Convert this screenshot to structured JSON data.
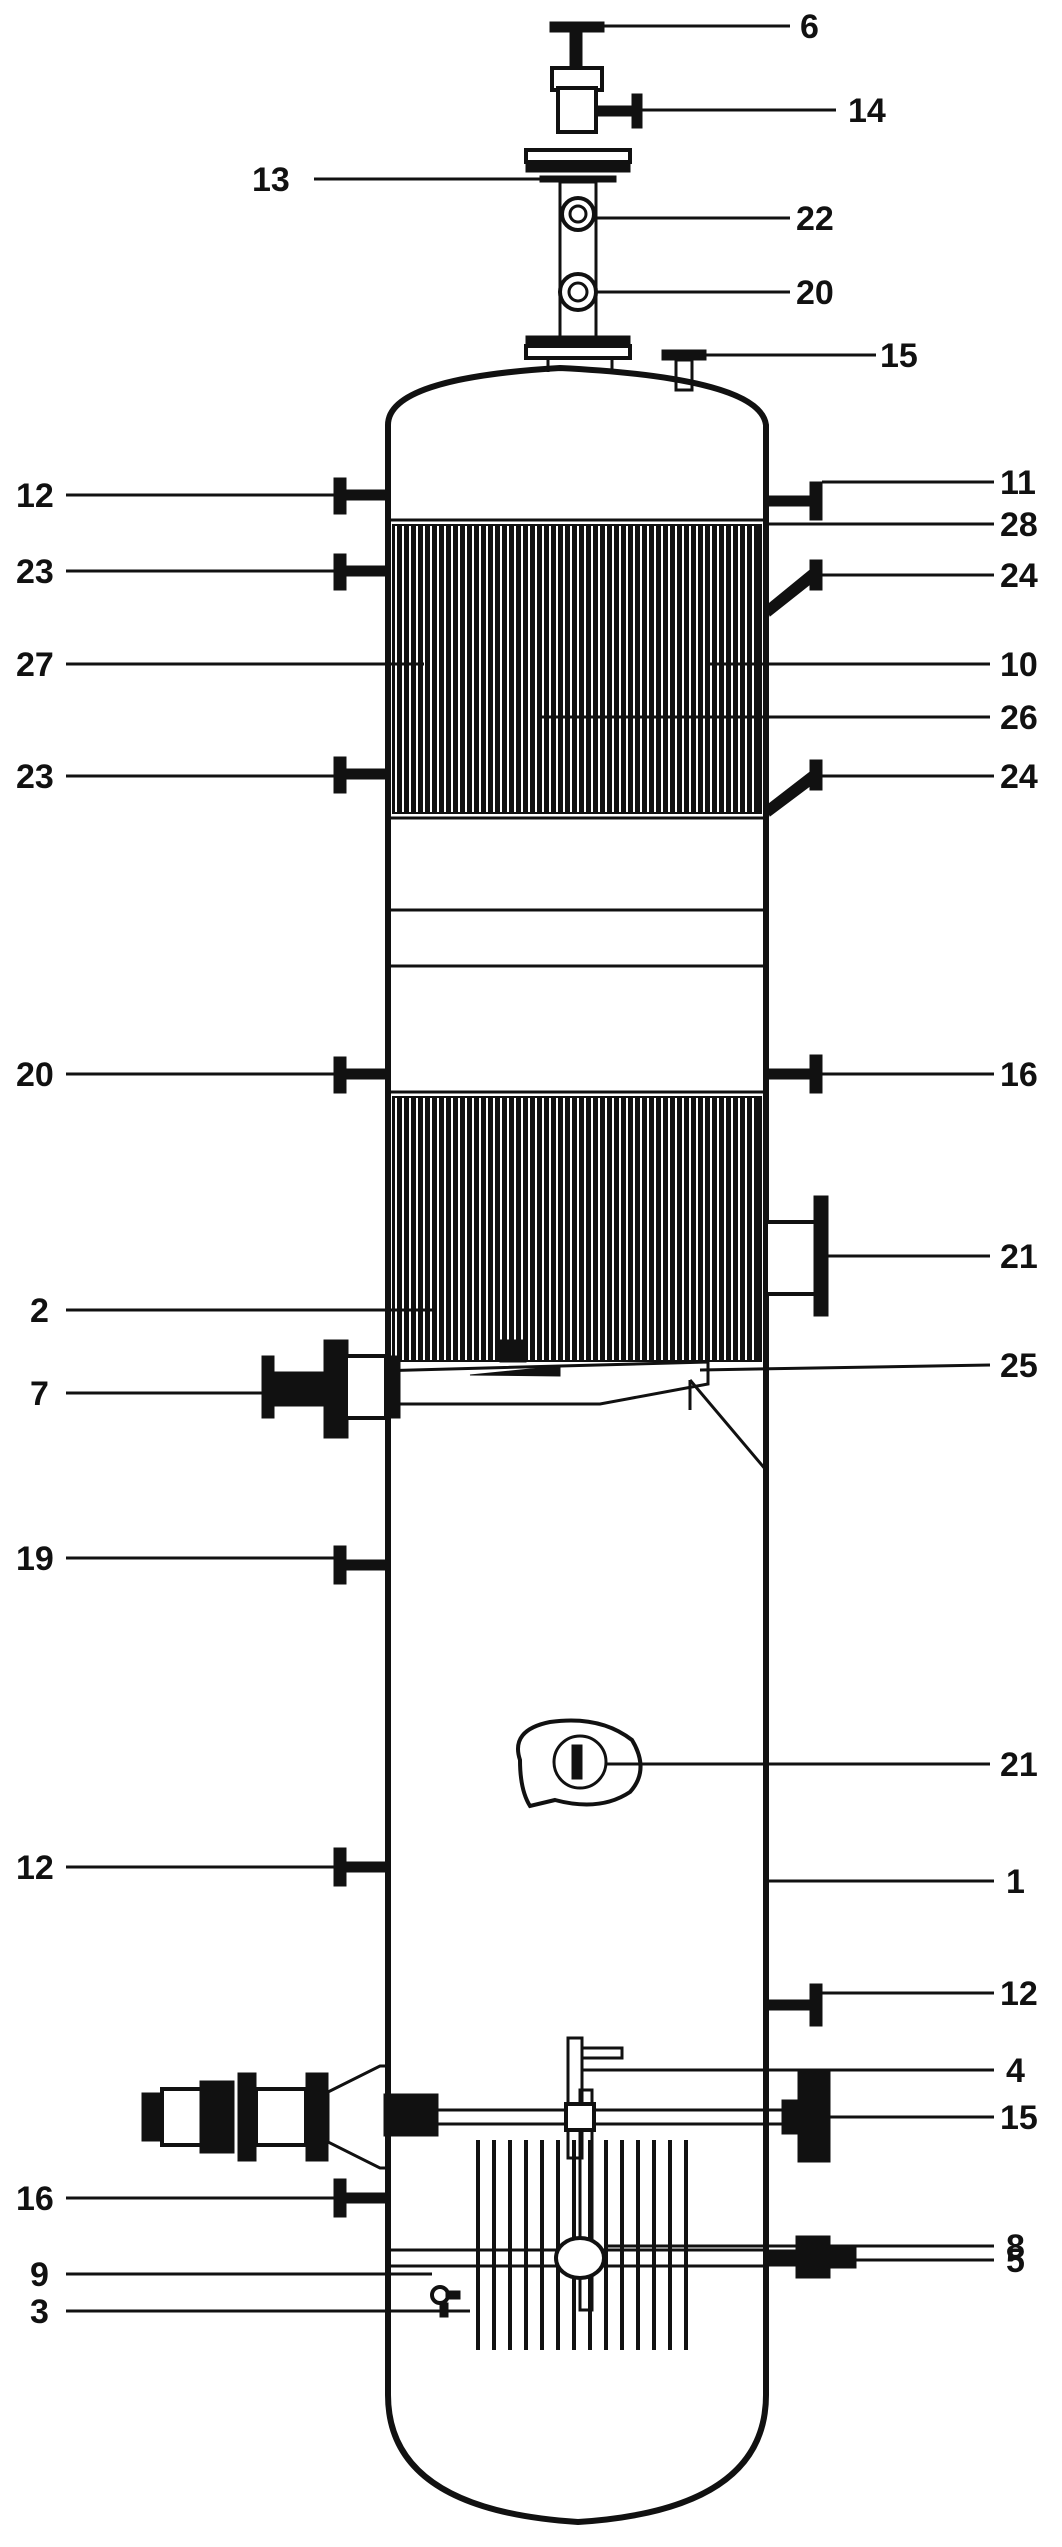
{
  "diagram": {
    "labels": {
      "l6": "6",
      "l14": "14",
      "l13": "13",
      "l22": "22",
      "l20_top": "20",
      "l15_top": "15",
      "l12_left_top": "12",
      "l11": "11",
      "l28": "28",
      "l23_upper": "23",
      "l24_upper": "24",
      "l27": "27",
      "l10": "10",
      "l26": "26",
      "l23_lower": "23",
      "l24_lower": "24",
      "l20_left": "20",
      "l16_right": "16",
      "l21_upper": "21",
      "l2": "2",
      "l7": "7",
      "l25": "25",
      "l19": "19",
      "l21_lower": "21",
      "l12_left_mid": "12",
      "l1": "1",
      "l12_right": "12",
      "l4": "4",
      "l15_bottom": "15",
      "l16_left": "16",
      "l8": "8",
      "l9": "9",
      "l5": "5",
      "l3": "3"
    }
  }
}
